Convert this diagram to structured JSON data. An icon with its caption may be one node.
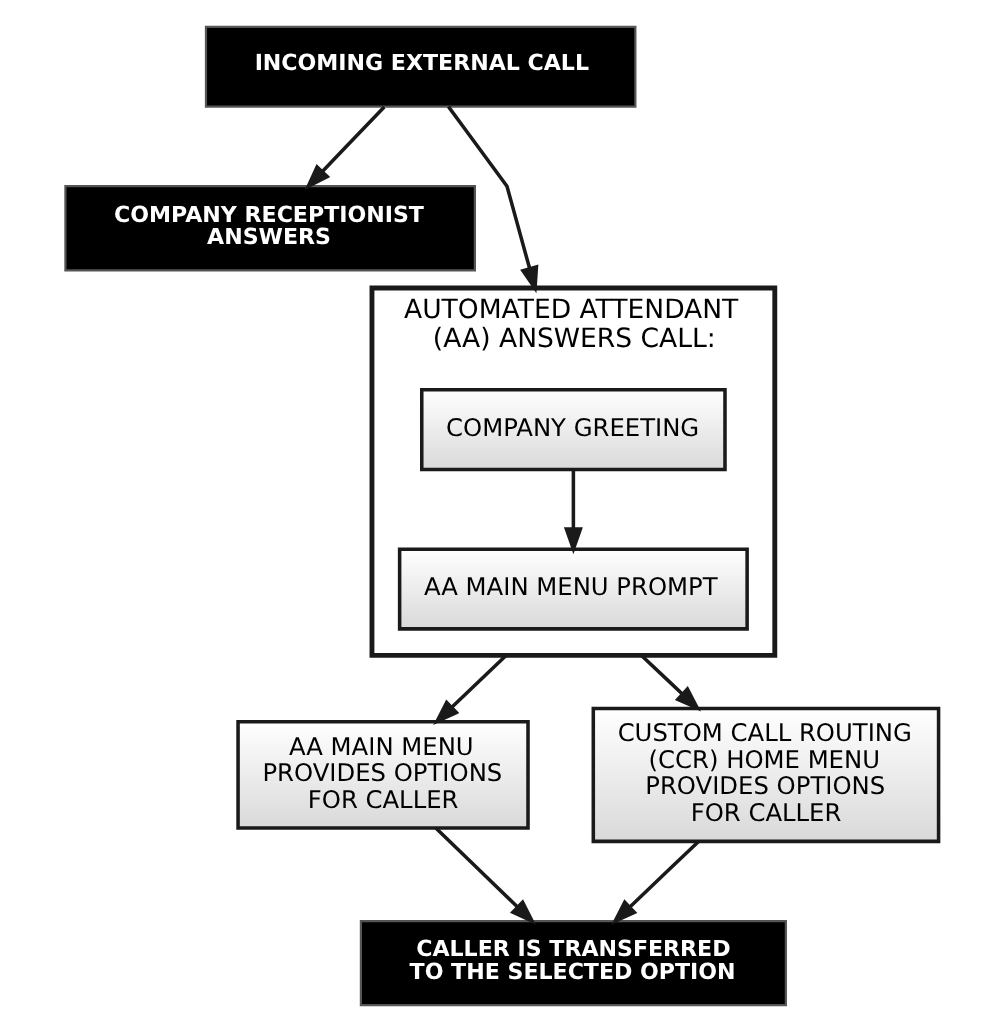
{
  "diagram": {
    "nodes": [
      {
        "text": [
          "INCOMING EXTERNAL CALL"
        ]
      },
      {
        "text": [
          "COMPANY RECEPTIONIST ANSWERS"
        ]
      },
      {
        "text": [
          "AUTOMATED ATTENDANT (AA) ANSWERS CALL:"
        ]
      },
      {
        "text": [
          "COMPANY GREETING"
        ],
        "in": 2
      },
      {
        "text": [
          "AA MAIN MENU PROMPT"
        ],
        "in": 2
      },
      {
        "text": [
          "AA MAIN MENU PROVIDES OPTIONS FOR CALLER"
        ]
      },
      {
        "text": [
          "CUSTOM CALL ROUTING (CCR) HOME MENU PROVIDES OPTIONS FOR CALLER"
        ]
      },
      {
        "text": [
          "CALLER IS TRANSFERRED TO THE SELECTED OPTION"
        ]
      }
    ],
    "edges": [
      {
        "from": 0,
        "to": 1,
        "arrow": "to"
      },
      {
        "from": 0,
        "to": 2,
        "arrow": "to"
      },
      {
        "from": 3,
        "to": 4,
        "arrow": "to"
      },
      {
        "from": 2,
        "to": 5,
        "arrow": "to"
      },
      {
        "from": 2,
        "to": 6,
        "arrow": "to"
      },
      {
        "from": 5,
        "to": 7,
        "arrow": "to"
      },
      {
        "from": 6,
        "to": 7,
        "arrow": "to"
      }
    ]
  }
}
